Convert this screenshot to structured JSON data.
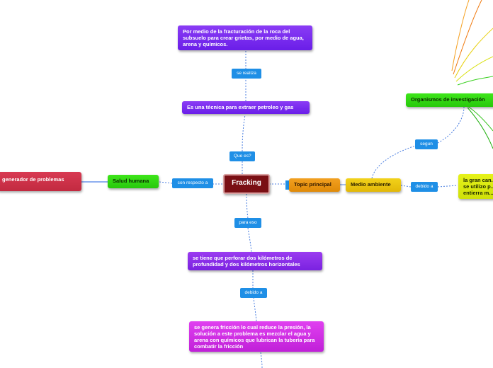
{
  "nodes": {
    "center": "Fracking",
    "technique": "Es una técnica para extraer petroleo y gas",
    "fracturing": "Por medio de la fracturación de la roca del subsuelo para crear grietas, por medio de agua, arena y químicos.",
    "drill": "se tiene que perforar dos kilómetros de profundidad y dos kilómetros horizontales",
    "friction": "se genera fricción lo cual reduce la presión, la solución a este problema es mezclar el agua y arena con químicos que lubrican la tubería para combatir la fricción",
    "health": "Salud humana",
    "problems": "generador de problemas",
    "topic": "Topic principal",
    "environment": "Medio ambiente",
    "orgs": "Organismos de investigación",
    "cut": "la gran can... se utilizo p... entierra m..."
  },
  "labels": {
    "que_es": "Que es?",
    "se_realiza": "se realiza",
    "para_eso": "para eso",
    "debido_a": "debido a",
    "con_respecto_a": "con respecto a",
    "segun": "segun",
    "debido_a_2": "debido a"
  },
  "colors": {
    "center": "#7a0f14",
    "label": "#1f8fe6",
    "connector": "#4a7ee0"
  }
}
